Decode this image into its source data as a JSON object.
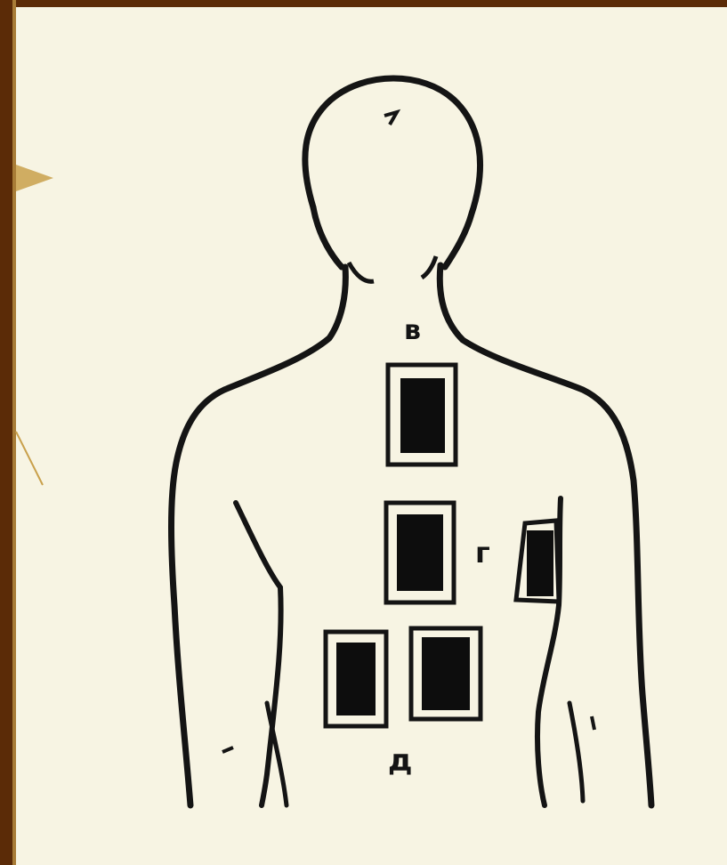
{
  "diagram": {
    "labels": {
      "v": "в",
      "g": "г",
      "d": "д"
    }
  },
  "colors": {
    "frame": "#5b2b07",
    "accent": "#c9a04b",
    "paper": "#f7f4e3",
    "ink": "#141414"
  }
}
